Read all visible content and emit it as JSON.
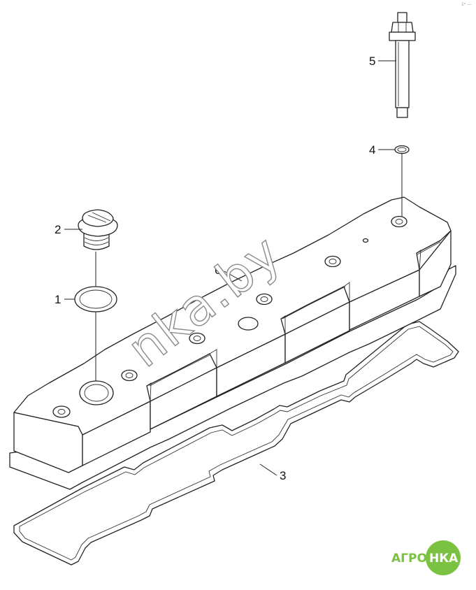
{
  "diagram": {
    "callouts": [
      {
        "id": "1",
        "label": "1"
      },
      {
        "id": "2",
        "label": "2"
      },
      {
        "id": "3",
        "label": "3"
      },
      {
        "id": "4",
        "label": "4"
      },
      {
        "id": "5",
        "label": "5"
      },
      {
        "id": "6",
        "label": "6"
      }
    ],
    "watermark": "nka.by",
    "logo": {
      "part1": "АГРО",
      "part2": "НКА"
    },
    "corner_mark": "1ᵉ —"
  },
  "colors": {
    "line": "#222222",
    "logo_green": "#7cc242"
  }
}
